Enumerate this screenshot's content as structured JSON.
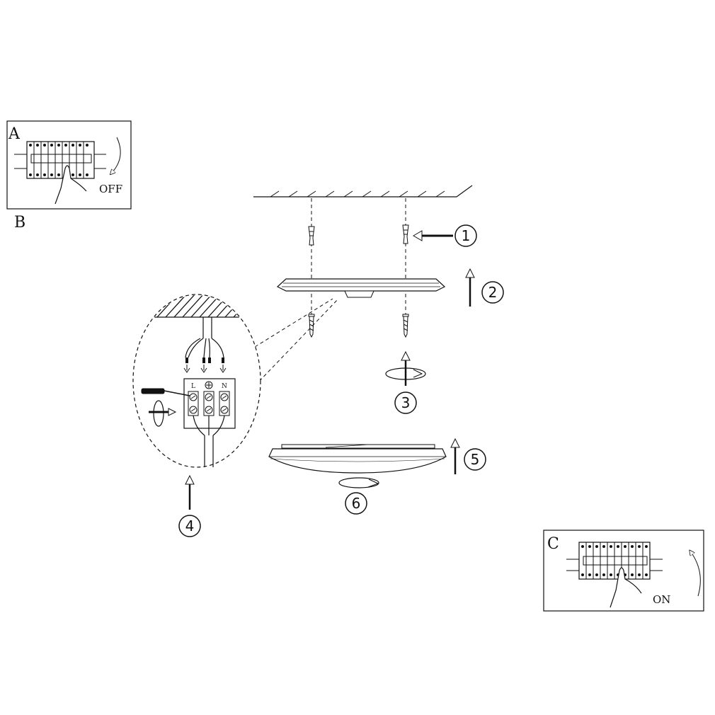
{
  "panels": {
    "a": {
      "letter": "A",
      "caption": "OFF"
    },
    "b": {
      "letter": "B"
    },
    "c": {
      "letter": "C",
      "caption": "ON"
    }
  },
  "terminal": {
    "live": "L",
    "neutral": "N"
  },
  "steps": [
    "1",
    "2",
    "3",
    "4",
    "5",
    "6"
  ]
}
